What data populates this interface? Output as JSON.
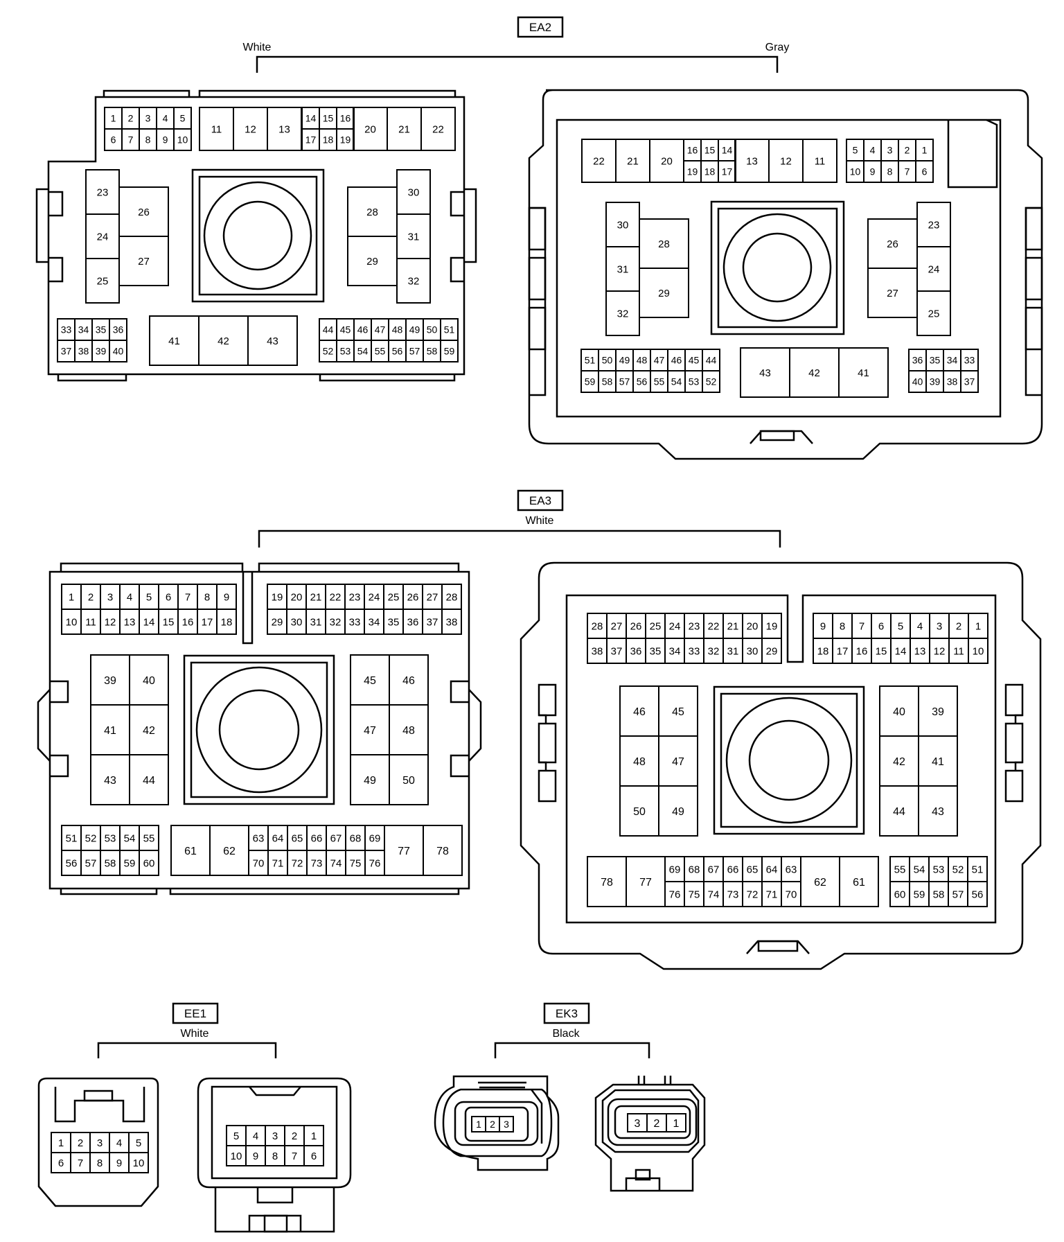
{
  "connectors": {
    "ea2": {
      "code": "EA2",
      "left_color": "White",
      "right_color": "Gray"
    },
    "ea3": {
      "code": "EA3",
      "color": "White"
    },
    "ee1": {
      "code": "EE1",
      "color": "White"
    },
    "ek3": {
      "code": "EK3",
      "color": "Black"
    }
  },
  "ea2_female": {
    "top_small_a": [
      [
        "1",
        "2",
        "3",
        "4",
        "5"
      ],
      [
        "6",
        "7",
        "8",
        "9",
        "10"
      ]
    ],
    "top_big_left": [
      "11",
      "12",
      "13"
    ],
    "top_small_b": [
      [
        "14",
        "15",
        "16"
      ],
      [
        "17",
        "18",
        "19"
      ]
    ],
    "top_big_right": [
      "20",
      "21",
      "22"
    ],
    "left_col": [
      "23",
      "24",
      "25"
    ],
    "left_big": [
      "26",
      "27"
    ],
    "right_big": [
      "28",
      "29"
    ],
    "right_col": [
      "30",
      "31",
      "32"
    ],
    "bottom_small_left": [
      [
        "33",
        "34",
        "35",
        "36"
      ],
      [
        "37",
        "38",
        "39",
        "40"
      ]
    ],
    "bottom_big": [
      "41",
      "42",
      "43"
    ],
    "bottom_small_right": [
      [
        "44",
        "45",
        "46",
        "47",
        "48",
        "49",
        "50",
        "51"
      ],
      [
        "52",
        "53",
        "54",
        "55",
        "56",
        "57",
        "58",
        "59"
      ]
    ]
  },
  "ea2_male": {
    "top_big_left": [
      "22",
      "21",
      "20"
    ],
    "top_small_a": [
      [
        "16",
        "15",
        "14"
      ],
      [
        "19",
        "18",
        "17"
      ]
    ],
    "top_big_right": [
      "13",
      "12",
      "11"
    ],
    "top_small_b": [
      [
        "5",
        "4",
        "3",
        "2",
        "1"
      ],
      [
        "10",
        "9",
        "8",
        "7",
        "6"
      ]
    ],
    "left_col": [
      "30",
      "31",
      "32"
    ],
    "left_big": [
      "28",
      "29"
    ],
    "right_big": [
      "26",
      "27"
    ],
    "right_col": [
      "23",
      "24",
      "25"
    ],
    "bottom_small_left": [
      [
        "51",
        "50",
        "49",
        "48",
        "47",
        "46",
        "45",
        "44"
      ],
      [
        "59",
        "58",
        "57",
        "56",
        "55",
        "54",
        "53",
        "52"
      ]
    ],
    "bottom_big": [
      "43",
      "42",
      "41"
    ],
    "bottom_small_right": [
      [
        "36",
        "35",
        "34",
        "33"
      ],
      [
        "40",
        "39",
        "38",
        "37"
      ]
    ]
  },
  "ea3_female": {
    "top_left": [
      [
        "1",
        "2",
        "3",
        "4",
        "5",
        "6",
        "7",
        "8",
        "9"
      ],
      [
        "10",
        "11",
        "12",
        "13",
        "14",
        "15",
        "16",
        "17",
        "18"
      ]
    ],
    "top_right": [
      [
        "19",
        "20",
        "21",
        "22",
        "23",
        "24",
        "25",
        "26",
        "27",
        "28"
      ],
      [
        "29",
        "30",
        "31",
        "32",
        "33",
        "34",
        "35",
        "36",
        "37",
        "38"
      ]
    ],
    "left_grid": [
      [
        "39",
        "40"
      ],
      [
        "41",
        "42"
      ],
      [
        "43",
        "44"
      ]
    ],
    "right_grid": [
      [
        "45",
        "46"
      ],
      [
        "47",
        "48"
      ],
      [
        "49",
        "50"
      ]
    ],
    "bottom_small": [
      [
        "51",
        "52",
        "53",
        "54",
        "55"
      ],
      [
        "56",
        "57",
        "58",
        "59",
        "60"
      ]
    ],
    "bottom_big_left": [
      "61",
      "62"
    ],
    "bottom_mid": [
      [
        "63",
        "64",
        "65",
        "66",
        "67",
        "68",
        "69"
      ],
      [
        "70",
        "71",
        "72",
        "73",
        "74",
        "75",
        "76"
      ]
    ],
    "bottom_big_right": [
      "77",
      "78"
    ]
  },
  "ea3_male": {
    "top_left": [
      [
        "28",
        "27",
        "26",
        "25",
        "24",
        "23",
        "22",
        "21",
        "20",
        "19"
      ],
      [
        "38",
        "37",
        "36",
        "35",
        "34",
        "33",
        "32",
        "31",
        "30",
        "29"
      ]
    ],
    "top_right": [
      [
        "9",
        "8",
        "7",
        "6",
        "5",
        "4",
        "3",
        "2",
        "1"
      ],
      [
        "18",
        "17",
        "16",
        "15",
        "14",
        "13",
        "12",
        "11",
        "10"
      ]
    ],
    "left_grid": [
      [
        "46",
        "45"
      ],
      [
        "48",
        "47"
      ],
      [
        "50",
        "49"
      ]
    ],
    "right_grid": [
      [
        "40",
        "39"
      ],
      [
        "42",
        "41"
      ],
      [
        "44",
        "43"
      ]
    ],
    "bottom_big_left": [
      "78",
      "77"
    ],
    "bottom_mid": [
      [
        "69",
        "68",
        "67",
        "66",
        "65",
        "64",
        "63"
      ],
      [
        "76",
        "75",
        "74",
        "73",
        "72",
        "71",
        "70"
      ]
    ],
    "bottom_big_right": [
      "62",
      "61"
    ],
    "bottom_small": [
      [
        "55",
        "54",
        "53",
        "52",
        "51"
      ],
      [
        "60",
        "59",
        "58",
        "57",
        "56"
      ]
    ]
  },
  "ee1_female": [
    [
      "1",
      "2",
      "3",
      "4",
      "5"
    ],
    [
      "6",
      "7",
      "8",
      "9",
      "10"
    ]
  ],
  "ee1_male": [
    [
      "5",
      "4",
      "3",
      "2",
      "1"
    ],
    [
      "10",
      "9",
      "8",
      "7",
      "6"
    ]
  ],
  "ek3_female": [
    "1",
    "2",
    "3"
  ],
  "ek3_male": [
    "3",
    "2",
    "1"
  ]
}
